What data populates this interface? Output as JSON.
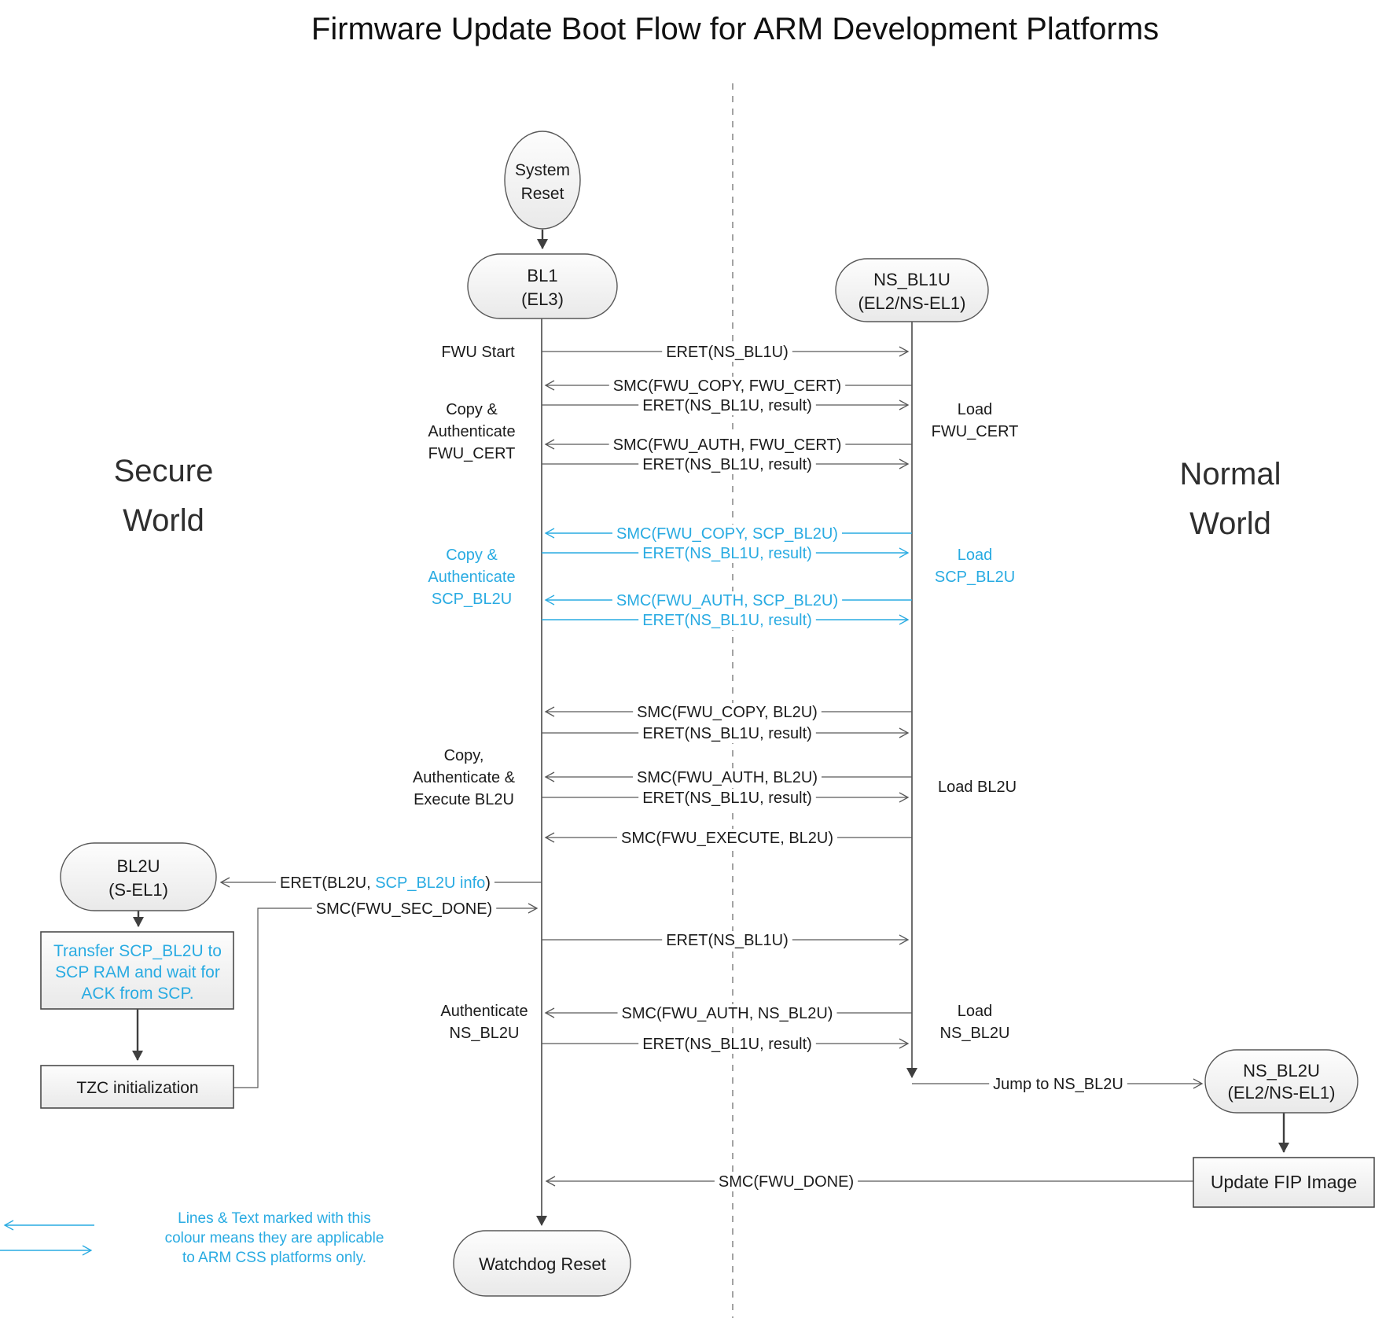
{
  "title": "Firmware Update Boot Flow for ARM Development Platforms",
  "colors": {
    "accent": "#29ABE2",
    "line": "#595959",
    "node_border": "#585858"
  },
  "worlds": {
    "secure": [
      "Secure",
      "World"
    ],
    "normal": [
      "Normal",
      "World"
    ]
  },
  "nodes": {
    "system_reset": [
      "System",
      "Reset"
    ],
    "bl1": [
      "BL1",
      "(EL3)"
    ],
    "ns_bl1u": [
      "NS_BL1U",
      "(EL2/NS-EL1)"
    ],
    "bl2u": [
      "BL2U",
      "(S-EL1)"
    ],
    "ns_bl2u": [
      "NS_BL2U",
      "(EL2/NS-EL1)"
    ],
    "transfer_scp": [
      "Transfer SCP_BL2U to",
      "SCP RAM and wait for",
      "ACK from SCP."
    ],
    "tzc": "TZC initialization",
    "update_fip": "Update FIP Image",
    "watchdog": "Watchdog Reset"
  },
  "messages": {
    "eret_start": "ERET(NS_BL1U)",
    "smc_copy_fwu_cert": "SMC(FWU_COPY, FWU_CERT)",
    "eret_result_1": "ERET(NS_BL1U, result)",
    "smc_auth_fwu_cert": "SMC(FWU_AUTH, FWU_CERT)",
    "eret_result_2": "ERET(NS_BL1U, result)",
    "smc_copy_scp": "SMC(FWU_COPY, SCP_BL2U)",
    "eret_result_3": "ERET(NS_BL1U, result)",
    "smc_auth_scp": "SMC(FWU_AUTH, SCP_BL2U)",
    "eret_result_4": "ERET(NS_BL1U, result)",
    "smc_copy_bl2u": "SMC(FWU_COPY, BL2U)",
    "eret_result_5": "ERET(NS_BL1U, result)",
    "smc_auth_bl2u": "SMC(FWU_AUTH, BL2U)",
    "eret_result_6": "ERET(NS_BL1U, result)",
    "smc_execute": "SMC(FWU_EXECUTE, BL2U)",
    "eret_bl2u": {
      "pre": "ERET(BL2U, ",
      "highlight": "SCP_BL2U info",
      "post": ")"
    },
    "smc_sec_done": "SMC(FWU_SEC_DONE)",
    "eret_ns_bl1u_2": "ERET(NS_BL1U)",
    "smc_auth_ns_bl2u": "SMC(FWU_AUTH, NS_BL2U)",
    "eret_result_7": "ERET(NS_BL1U, result)",
    "jump": "Jump to NS_BL2U",
    "smc_done": "SMC(FWU_DONE)"
  },
  "notes": {
    "fwu_start": "FWU Start",
    "copy_auth_fwu_cert": [
      "Copy &",
      "Authenticate",
      "FWU_CERT"
    ],
    "load_fwu_cert": [
      "Load",
      "FWU_CERT"
    ],
    "copy_auth_scp": [
      "Copy &",
      "Authenticate",
      "SCP_BL2U"
    ],
    "load_scp": [
      "Load",
      "SCP_BL2U"
    ],
    "copy_auth_exec": [
      "Copy,",
      "Authenticate &",
      "Execute BL2U"
    ],
    "load_bl2u": "Load BL2U",
    "auth_ns": [
      "Authenticate",
      "NS_BL2U"
    ],
    "load_ns": [
      "Load",
      "NS_BL2U"
    ]
  },
  "legend": {
    "lines": [
      "Lines & Text marked with this",
      "colour means they are applicable",
      "to ARM CSS platforms only."
    ]
  }
}
